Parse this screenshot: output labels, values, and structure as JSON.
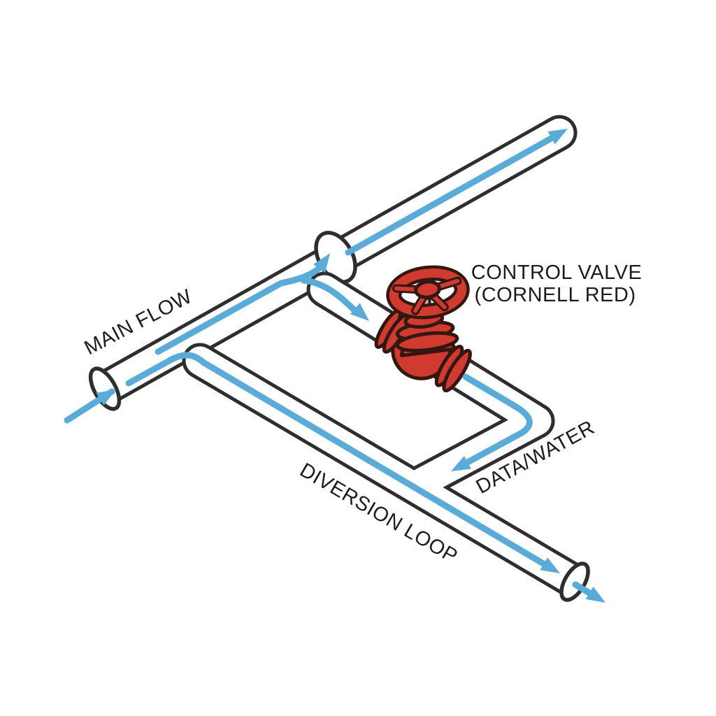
{
  "diagram": {
    "labels": {
      "main_flow": "MAIN FLOW",
      "control_valve_line1": "CONTROL VALVE",
      "control_valve_line2": "(CORNELL RED)",
      "data_water": "DATA/WATER",
      "diversion_loop": "DIVERSION LOOP"
    },
    "colors": {
      "background": "#ffffff",
      "pipe_outline": "#2e2e2e",
      "pipe_fill": "#ffffff",
      "flow_blue": "#5aabd8",
      "valve_red": "#d13a2e",
      "valve_outline": "#341711",
      "valve_stem": "#dcb5aa",
      "label_text": "#1c1c1c"
    },
    "components": [
      "main pipe with open inlet end and rounded outlet end",
      "tee junction sleeve",
      "branch pipe through control valve",
      "red globe control valve with handwheel, bonnet and flanges",
      "rounded elbow",
      "return pipe merging into diversion loop",
      "diversion loop pipe with open outlet end",
      "blue flow arrows"
    ],
    "flow_description": "Flow enters the main pipe at lower left, splits at the tee junction: one stream continues up the main pipe to the upper-right outlet, the other passes through the red control valve, around the elbow, and merges into the diversion loop which exits at the lower right."
  }
}
